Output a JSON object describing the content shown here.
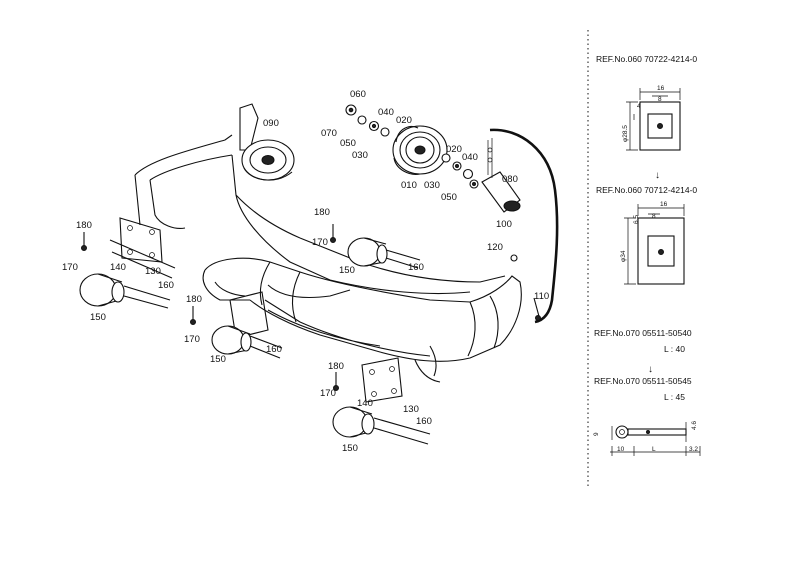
{
  "parts": {
    "p010": "010",
    "p020a": "020",
    "p020b": "020",
    "p030a": "030",
    "p030b": "030",
    "p040a": "040",
    "p040b": "040",
    "p050a": "050",
    "p050b": "050",
    "p060": "060",
    "p070": "070",
    "p080": "080",
    "p090": "090",
    "p100": "100",
    "p110": "110",
    "p120": "120",
    "p130a": "130",
    "p130b": "130",
    "p140a": "140",
    "p140b": "140",
    "p150a": "150",
    "p150b": "150",
    "p150c": "150",
    "p150d": "150",
    "p160a": "160",
    "p160b": "160",
    "p160c": "160",
    "p160d": "160",
    "p170a": "170",
    "p170b": "170",
    "p170c": "170",
    "p170d": "170",
    "p180a": "180",
    "p180b": "180",
    "p180c": "180",
    "p180d": "180"
  },
  "refs": {
    "r060a": "REF.No.060  70722-4214-0",
    "r060b": "REF.No.060  70712-4214-0",
    "r070a": "REF.No.070  05511-50540",
    "l40": "L : 40",
    "r070b": "REF.No.070  05511-50545",
    "l45": "L : 45"
  },
  "dims": {
    "a16": "16",
    "a8": "8",
    "a4": "4",
    "a28": "φ28.5",
    "b16": "16",
    "b65": "6.5",
    "b8": "8",
    "b34": "φ34",
    "pin9": "9",
    "pin46": "4.6",
    "pin10": "10",
    "pinL": "L",
    "pin32": "3.2"
  }
}
